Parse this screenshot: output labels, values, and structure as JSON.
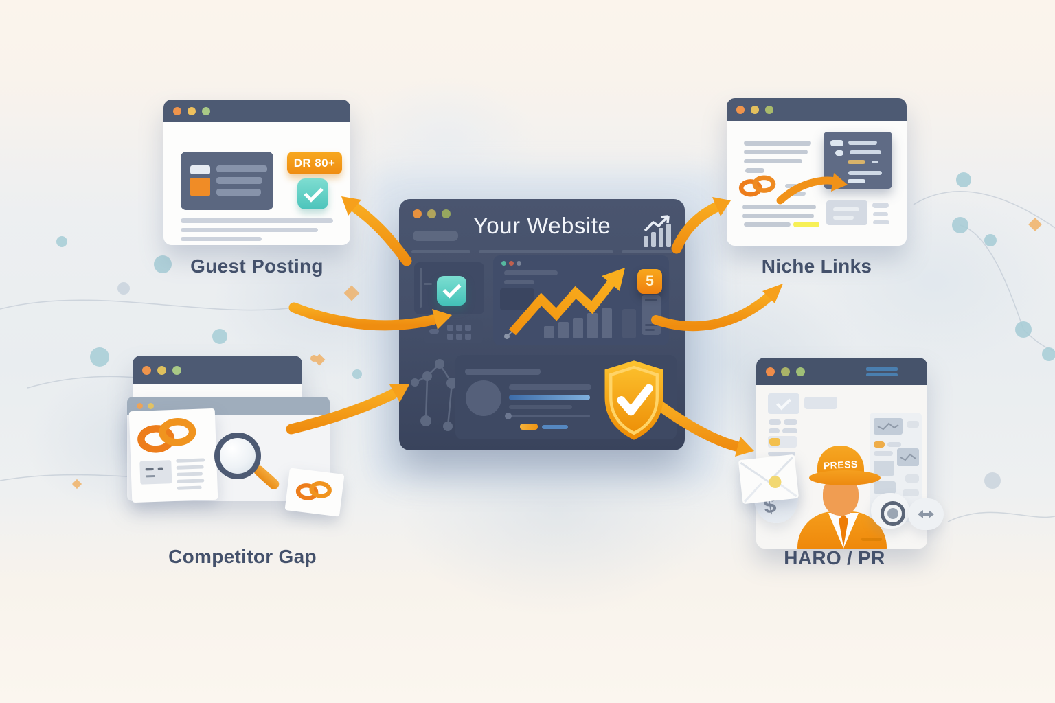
{
  "diagram": {
    "center": {
      "title": "Your Website",
      "score_badge": "5"
    },
    "nodes": {
      "guest_posting": {
        "label": "Guest Posting",
        "badge": "DR 80+"
      },
      "niche_links": {
        "label": "Niche Links"
      },
      "competitor_gap": {
        "label": "Competitor Gap"
      },
      "haro_pr": {
        "label": "HARO / PR",
        "hat_text": "PRESS",
        "dollar_sign": "$"
      }
    },
    "edges": [
      "center-to-guest-posting",
      "guest-area-to-center",
      "competitor-gap-to-center",
      "center-to-niche-links-top",
      "center-to-niche-links",
      "center-to-haro-pr"
    ],
    "icons": {
      "window_dots": "window-traffic-lights",
      "teal_square": "checkmark-square",
      "chain": "link-chain-icon",
      "magnifier": "magnifying-glass-icon",
      "shield": "shield-checkmark-icon",
      "growth": "growth-chart-icon",
      "zigzag": "trend-arrow-icon",
      "node_graph": "network-graph-icon",
      "envelope": "envelope-icon",
      "press_person": "press-spokesperson",
      "target_bubble": "record-badge-icon",
      "arrows_bubble": "share-arrows-icon"
    },
    "colors": {
      "accent_orange": "#f59d18",
      "slate_header": "#4d5a73",
      "panel_navy": "#414d6a",
      "teal_check": "#54c9bd",
      "gold_shield": "#f4a81c",
      "yellow_highlight": "#f7f056",
      "label_text": "#44516b",
      "background_cream": "#faf3ec"
    }
  }
}
